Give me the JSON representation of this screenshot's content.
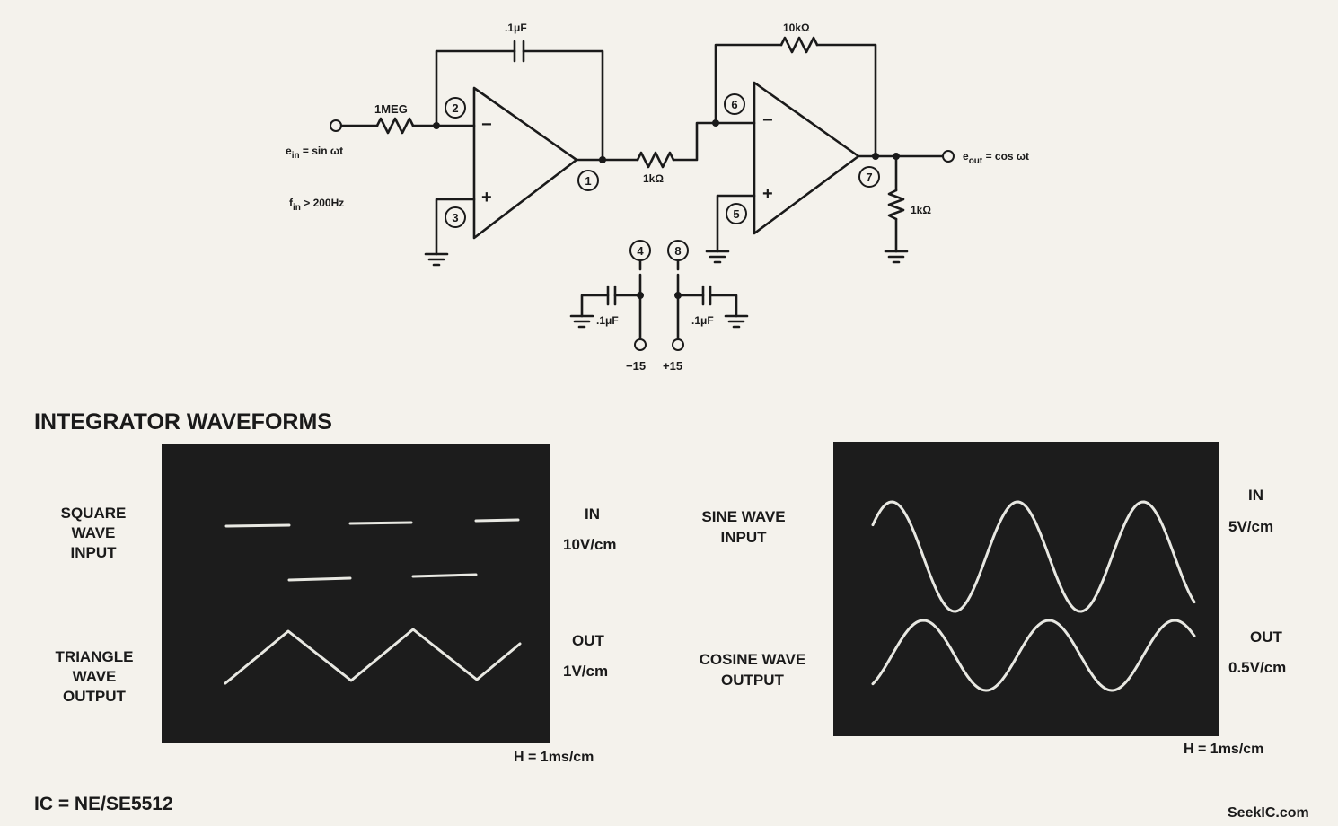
{
  "circuit": {
    "input_label": "e",
    "input_sub": "in",
    "input_eq": " = sin ωt",
    "freq_label": "f",
    "freq_sub": "in",
    "freq_eq": " > 200Hz",
    "r_input": "1MEG",
    "c_feedback": ".1μF",
    "r_coupling": "1kΩ",
    "r_feedback": "10kΩ",
    "r_load": "1kΩ",
    "output_label": "e",
    "output_sub": "out",
    "output_eq": " = cos ωt",
    "pins": [
      "2",
      "3",
      "1",
      "6",
      "5",
      "7",
      "4",
      "8"
    ],
    "minus": "−",
    "plus": "+",
    "bypass_cap_1": ".1μF",
    "bypass_cap_2": ".1μF",
    "supply_neg": "−15",
    "supply_pos": "+15"
  },
  "waveforms": {
    "title": "INTEGRATOR WAVEFORMS",
    "left": {
      "top_label": [
        "SQUARE",
        "WAVE",
        "INPUT"
      ],
      "bottom_label": [
        "TRIANGLE",
        "WAVE",
        "OUTPUT"
      ],
      "in_label": "IN",
      "in_scale": "10V/cm",
      "out_label": "OUT",
      "out_scale": "1V/cm",
      "h_scale": "H = 1ms/cm"
    },
    "right": {
      "top_label": [
        "SINE WAVE",
        "INPUT"
      ],
      "bottom_label": [
        "COSINE WAVE",
        "OUTPUT"
      ],
      "in_label": "IN",
      "in_scale": "5V/cm",
      "out_label": "OUT",
      "out_scale": "0.5V/cm",
      "h_scale": "H = 1ms/cm"
    }
  },
  "footer": {
    "ic_label": "IC = NE/SE5512",
    "watermark": "SeekIC.com"
  }
}
